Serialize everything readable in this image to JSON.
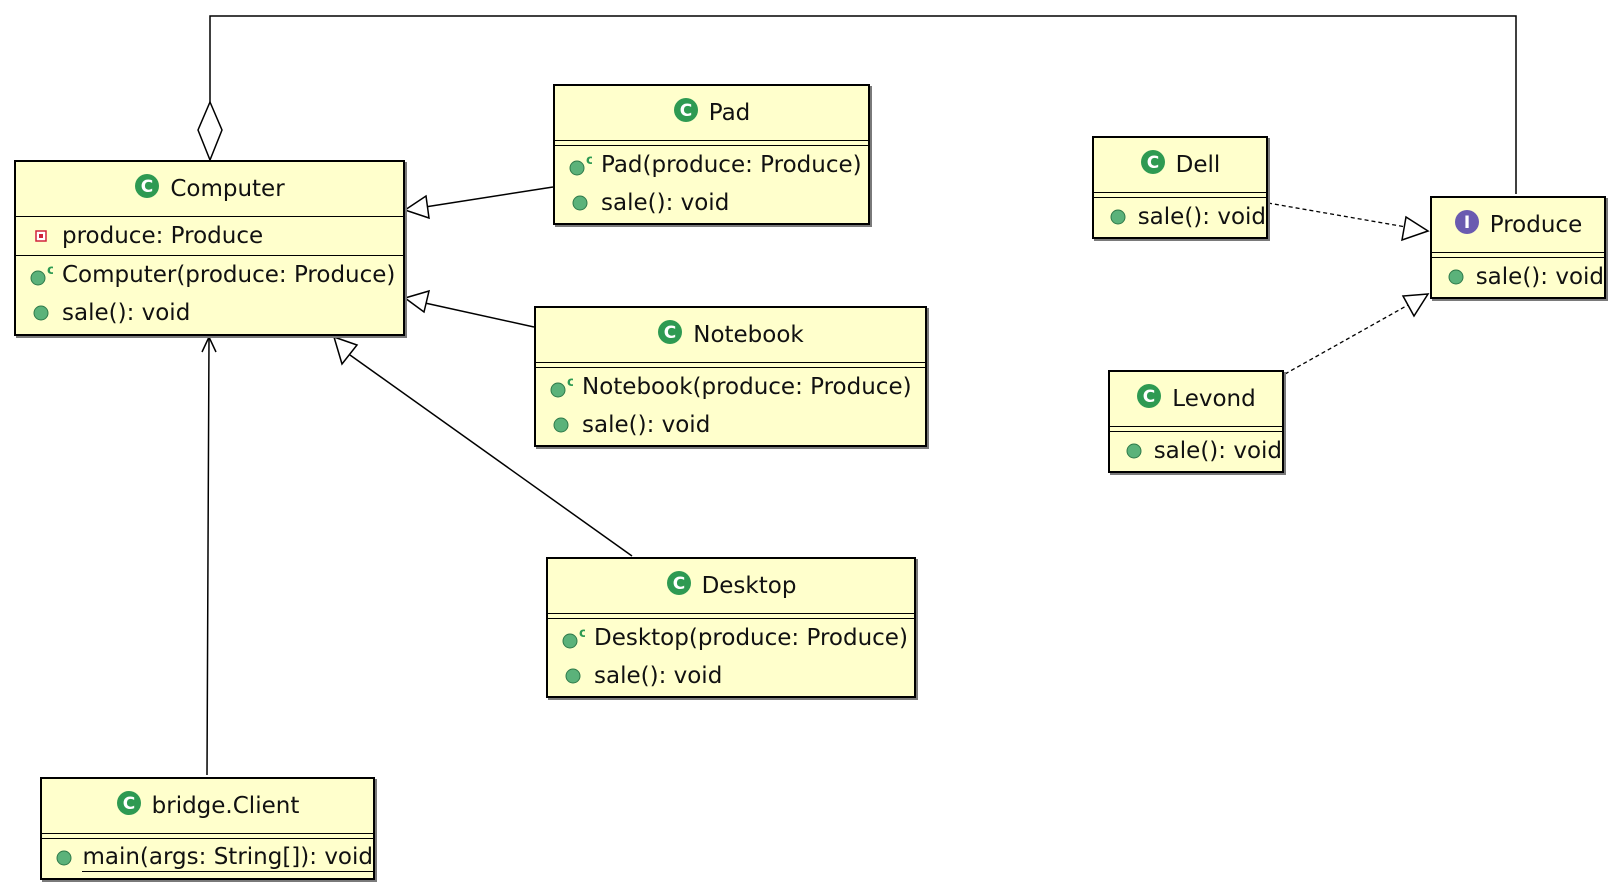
{
  "colors": {
    "class_fill": "#ffffcc",
    "class_icon": "#2e9a52",
    "interface_icon": "#6a5bb0",
    "method_dot": "#5bb27a",
    "private_field": "#d0233a"
  },
  "classes": {
    "computer": {
      "name": "Computer",
      "icon": "class-icon",
      "fields": [
        {
          "text": "produce: Produce",
          "icon": "private-field-icon"
        }
      ],
      "methods": [
        {
          "text": "Computer(produce: Produce)",
          "icon": "constructor-icon"
        },
        {
          "text": "sale(): void",
          "icon": "public-method-icon"
        }
      ]
    },
    "pad": {
      "name": "Pad",
      "icon": "class-icon",
      "methods": [
        {
          "text": "Pad(produce: Produce)",
          "icon": "constructor-icon"
        },
        {
          "text": "sale(): void",
          "icon": "public-method-icon"
        }
      ]
    },
    "notebook": {
      "name": "Notebook",
      "icon": "class-icon",
      "methods": [
        {
          "text": "Notebook(produce: Produce)",
          "icon": "constructor-icon"
        },
        {
          "text": "sale(): void",
          "icon": "public-method-icon"
        }
      ]
    },
    "desktop": {
      "name": "Desktop",
      "icon": "class-icon",
      "methods": [
        {
          "text": "Desktop(produce: Produce)",
          "icon": "constructor-icon"
        },
        {
          "text": "sale(): void",
          "icon": "public-method-icon"
        }
      ]
    },
    "client": {
      "name": "bridge.Client",
      "icon": "class-icon",
      "methods": [
        {
          "text": "main(args: String[]): void",
          "icon": "static-method-icon"
        }
      ]
    },
    "dell": {
      "name": "Dell",
      "icon": "class-icon",
      "methods": [
        {
          "text": "sale(): void",
          "icon": "public-method-icon"
        }
      ]
    },
    "levond": {
      "name": "Levond",
      "icon": "class-icon",
      "methods": [
        {
          "text": "sale(): void",
          "icon": "public-method-icon"
        }
      ]
    },
    "produce": {
      "name": "Produce",
      "icon": "interface-icon",
      "methods": [
        {
          "text": "sale(): void",
          "icon": "public-method-icon"
        }
      ]
    }
  },
  "relations": [
    {
      "type": "generalization",
      "from": "Pad",
      "to": "Computer"
    },
    {
      "type": "generalization",
      "from": "Notebook",
      "to": "Computer"
    },
    {
      "type": "generalization",
      "from": "Desktop",
      "to": "Computer"
    },
    {
      "type": "dependency",
      "from": "bridge.Client",
      "to": "Computer"
    },
    {
      "type": "aggregation",
      "from": "Computer",
      "to": "Produce"
    },
    {
      "type": "realization",
      "from": "Dell",
      "to": "Produce"
    },
    {
      "type": "realization",
      "from": "Levond",
      "to": "Produce"
    }
  ]
}
